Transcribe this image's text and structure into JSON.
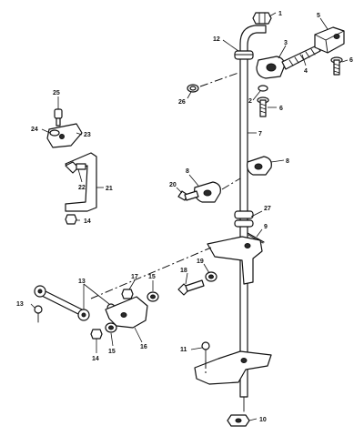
{
  "diagram": {
    "callouts": {
      "c1": "1",
      "c2": "2",
      "c3": "3",
      "c4": "4",
      "c5": "5",
      "c6a": "6",
      "c6b": "6",
      "c7": "7",
      "c8a": "8",
      "c8b": "8",
      "c9": "9",
      "c10": "10",
      "c11": "11",
      "c12": "12",
      "c13a": "13",
      "c13b": "13",
      "c14a": "14",
      "c14b": "14",
      "c15a": "15",
      "c15b": "15",
      "c16": "16",
      "c17": "17",
      "c18": "18",
      "c19": "19",
      "c20": "20",
      "c21": "21",
      "c22": "22",
      "c23": "23",
      "c24": "24",
      "c25": "25",
      "c26": "26",
      "c27": "27"
    }
  }
}
